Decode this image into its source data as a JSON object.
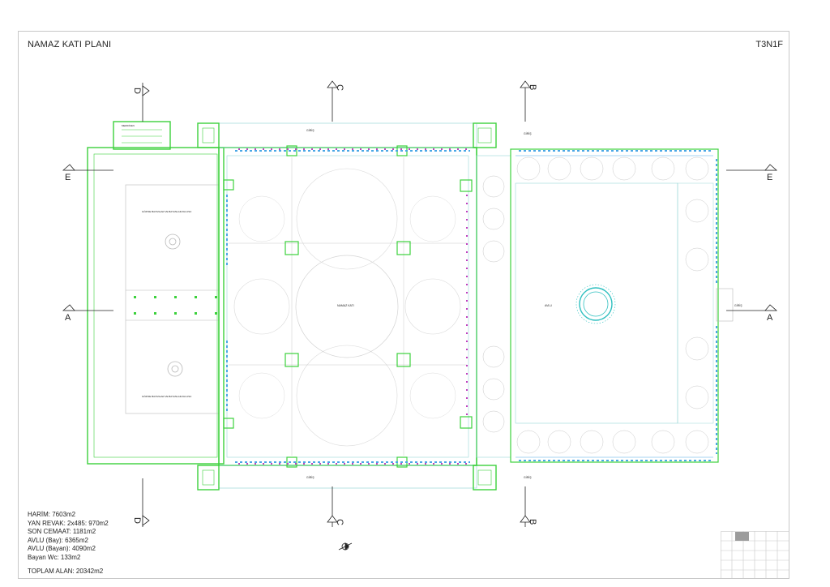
{
  "drawing": {
    "title": "NAMAZ KATI PLANI",
    "sheet_code": "T3N1F"
  },
  "sections": {
    "A": "A",
    "B": "B",
    "C": "C",
    "D": "D",
    "E": "E"
  },
  "rooms": {
    "prayer_hall": "NAMAZ KATI",
    "courtyard": "AVLU",
    "women_area_top": "GÖZ'DE BAYANLAR VE BAYANLAR AVLUSU",
    "women_area_bottom": "GÖZ'DE BAYANLAR VE BAYANLAR AVLUSU",
    "entrance": "GİRİŞ",
    "stair": "MERDİVEN"
  },
  "areas": {
    "harim": "HARİM: 7603m2",
    "yan_revak": "YAN REVAK: 2x485: 970m2",
    "son_cemaat": "SON CEMAAT: 1181m2",
    "avlu_bay": "AVLU (Bay): 6365m2",
    "avlu_bayan": "AVLU (Bayan): 4090m2",
    "bayan_wc": "Bayan Wc: 133m2",
    "total": "TOPLAM ALAN: 20342m2"
  },
  "colors": {
    "wall": "#3cd13c",
    "window": "#4aa8e6",
    "column": "#c040c0",
    "aux": "#9ad8d8",
    "thin": "#b8b8b8"
  }
}
